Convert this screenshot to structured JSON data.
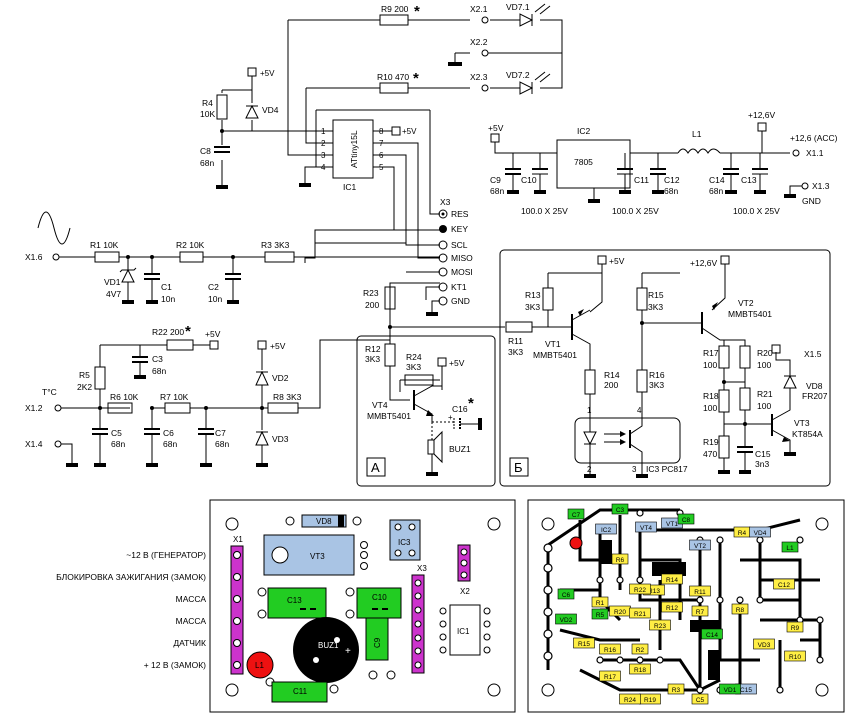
{
  "schematic": {
    "resistors": {
      "r9": "R9 200",
      "r10": "R10 470",
      "r4": "R4",
      "r4v": "10K",
      "r1": "R1 10K",
      "r2": "R2 10K",
      "r3": "R3 3K3",
      "r22": "R22 200",
      "r5": "R5",
      "r5v": "2K2",
      "r6": "R6 10K",
      "r7": "R7 10K",
      "r8": "R8 3K3",
      "r23": "R23",
      "r23v": "200",
      "r12": "R12",
      "r12v": "3K3",
      "r24": "R24",
      "r24v": "3K3",
      "r13": "R13",
      "r13v": "3K3",
      "r11": "R11",
      "r11v": "3K3",
      "r14": "R14",
      "r14v": "200",
      "r15": "R15",
      "r15v": "3K3",
      "r16": "R16",
      "r16v": "3K3",
      "r17": "R17",
      "r17v": "100",
      "r18": "R18",
      "r18v": "100",
      "r19": "R19",
      "r19v": "470",
      "r20": "R20",
      "r20v": "100",
      "r21": "R21",
      "r21v": "100"
    },
    "capacitors": {
      "c8": "C8",
      "c8v": "68n",
      "c1": "C1",
      "c1v": "10n",
      "c2": "C2",
      "c2v": "10n",
      "c3": "C3",
      "c3v": "68n",
      "c5": "C5",
      "c5v": "68n",
      "c6": "C6",
      "c6v": "68n",
      "c7": "C7",
      "c7v": "68n",
      "c9": "C9",
      "c9v": "68n",
      "c10": "C10",
      "c11": "C11",
      "c12": "C12",
      "c12v": "68n",
      "c13": "C13",
      "c14": "C14",
      "c14v": "68n",
      "c15": "C15",
      "c15v": "3n3",
      "c16": "C16",
      "big1": "100.0 X 25V",
      "big2": "100.0 X 25V",
      "big3": "100.0 X 25V"
    },
    "diodes": {
      "vd4": "VD4",
      "vd1": "VD1",
      "vd1v": "4V7",
      "vd2": "VD2",
      "vd3": "VD3",
      "vd71": "VD7.1",
      "vd72": "VD7.2",
      "vd8": "VD8",
      "vd8v": "FR207"
    },
    "transistors": {
      "vt1": "VT1",
      "vt1v": "MMBT5401",
      "vt2": "VT2",
      "vt2v": "MMBT5401",
      "vt3": "VT3",
      "vt3v": "KT854A",
      "vt4": "VT4",
      "vt4v": "MMBT5401"
    },
    "ics": {
      "ic1": "IC1",
      "ic1chip": "ATtiny15L",
      "ic2": "IC2",
      "ic2chip": "7805",
      "ic3": "IC3 PC817",
      "l1": "L1",
      "buz1": "BUZ1",
      "pins": [
        "1",
        "2",
        "3",
        "4",
        "8",
        "7",
        "6",
        "5"
      ],
      "opto_pins": [
        "1",
        "4",
        "2",
        "3"
      ]
    },
    "nets": {
      "p5v": "+5V",
      "p126": "+12,6V",
      "acc": "+12,6 (ACC)",
      "gnd": "GND",
      "toc": "T°C"
    },
    "connectors": {
      "x21": "X2.1",
      "x22": "X2.2",
      "x23": "X2.3",
      "x3": "X3",
      "x11": "X1.1",
      "x13": "X1.3",
      "x16": "X1.6",
      "x12": "X1.2",
      "x14": "X1.4",
      "x15": "X1.5",
      "x3pins": [
        "RES",
        "KEY",
        "SCL",
        "MISO",
        "MOSI",
        "KT1",
        "GND"
      ]
    },
    "boxes": {
      "a": "А",
      "b": "Б"
    },
    "asterisk": "*"
  },
  "assembly": {
    "x1_labels": [
      "~12 В (ГЕНЕРАТОР)",
      "БЛОКИРОВКА ЗАЖИГАНИЯ (ЗАМОК)",
      "МАССА",
      "МАССА",
      "ДАТЧИК",
      "+ 12 В (ЗАМОК)"
    ],
    "parts": {
      "vd8": "VD8",
      "vt3": "VT3",
      "ic3": "IC3",
      "c13": "C13",
      "c10": "C10",
      "c11": "C11",
      "buz1": "BUZ1",
      "c9": "C9",
      "ic1": "IC1",
      "x1": "X1",
      "x2": "X2",
      "x3": "X3",
      "plus": "+",
      "l1": "L1"
    },
    "colors": {
      "connector": "#cc33cc",
      "cap": "#22cc22",
      "transistor": "#a9c4e4",
      "buzzer": "#000000",
      "led": "#ee1111"
    }
  },
  "pcb": {
    "labels": [
      "IC2",
      "VT4",
      "VT1",
      "VT2",
      "R4",
      "VD4",
      "R9",
      "R10",
      "R11",
      "R12",
      "R13",
      "R14",
      "R15",
      "R16",
      "R17",
      "R18",
      "R19",
      "R20",
      "R21",
      "R22",
      "R23",
      "R24",
      "R1",
      "R2",
      "R3",
      "R5",
      "R6",
      "R7",
      "R8",
      "C3",
      "C5",
      "C6",
      "C7",
      "C8",
      "C15",
      "C12",
      "C14",
      "VD3",
      "VD2",
      "VD1",
      "L1"
    ]
  }
}
